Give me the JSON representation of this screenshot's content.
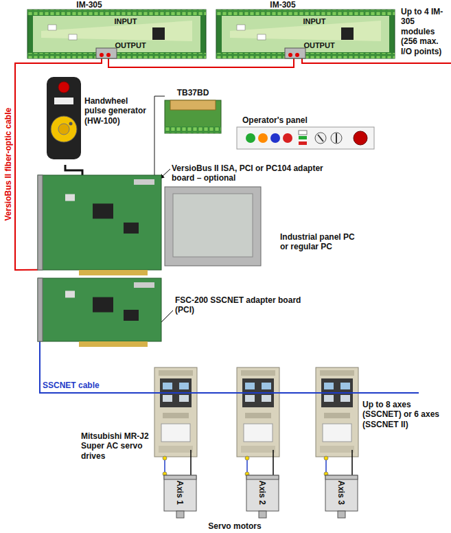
{
  "diagram": {
    "nodes": [
      {
        "text": [
          "IM-305",
          "INPUT",
          "OUTPUT"
        ]
      },
      {
        "text": [
          "IM-305",
          "INPUT",
          "OUTPUT"
        ]
      },
      {
        "text": [
          "Handwheel pulse generator (HW-100)"
        ]
      },
      {
        "text": [
          "TB37BD"
        ]
      },
      {
        "text": [
          "Operator's panel"
        ]
      },
      {
        "text": [
          "VersioBus II ISA, PCI or PC104 adapter board – optional"
        ]
      },
      {
        "text": [
          "Industrial panel PC or regular PC"
        ]
      },
      {
        "text": [
          "FSC-200 SSCNET adapter board (PCI)"
        ]
      },
      {
        "text": [
          "Axis 1"
        ]
      },
      {
        "text": [
          "Axis 2"
        ]
      },
      {
        "text": [
          "Axis 3"
        ]
      }
    ],
    "edges": [
      {
        "from": 5,
        "to": 0,
        "arrow": "none"
      },
      {
        "from": 0,
        "to": 1,
        "arrow": "none"
      },
      {
        "from": 2,
        "to": 5,
        "arrow": "none"
      },
      {
        "from": 3,
        "to": 5,
        "arrow": "none"
      }
    ],
    "labels": [
      "Up to 4 IM-305 modules (256 max. I/O points)",
      "VersioBus II fiber-optic cable",
      "SSCNET cable",
      "Up to 8 axes (SSCNET) or 6 axes (SSCNET II)",
      "Mitsubishi MR-J2 Super AC servo drives",
      "Servo motors"
    ]
  }
}
